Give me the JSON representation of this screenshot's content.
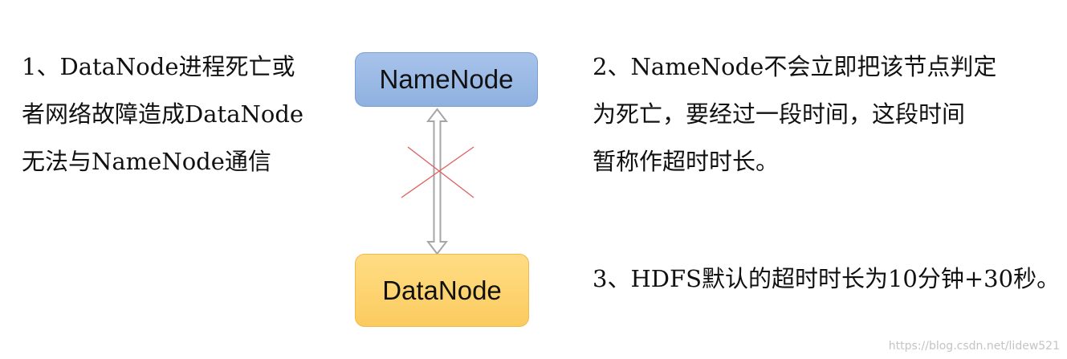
{
  "left_text": {
    "lines": [
      "1、DataNode进程死亡或",
      "者网络故障造成DataNode",
      "无法与NameNode通信"
    ]
  },
  "right_text": {
    "lines": [
      "2、NameNode不会立即把该节点判定",
      "为死亡，要经过一段时间，这段时间",
      "暂称作超时时长。"
    ]
  },
  "step3_text": "3、HDFS默认的超时时长为10分钟+30秒。",
  "namenode": {
    "label": "NameNode",
    "color": "#95b5e3"
  },
  "datanode": {
    "label": "DataNode",
    "color": "#fdd06d"
  },
  "connector": {
    "arrow": "double-headed",
    "arrow_color": "#a6a6a6",
    "cross_color": "#e06060"
  },
  "watermark": "https://blog.csdn.net/lidew521"
}
